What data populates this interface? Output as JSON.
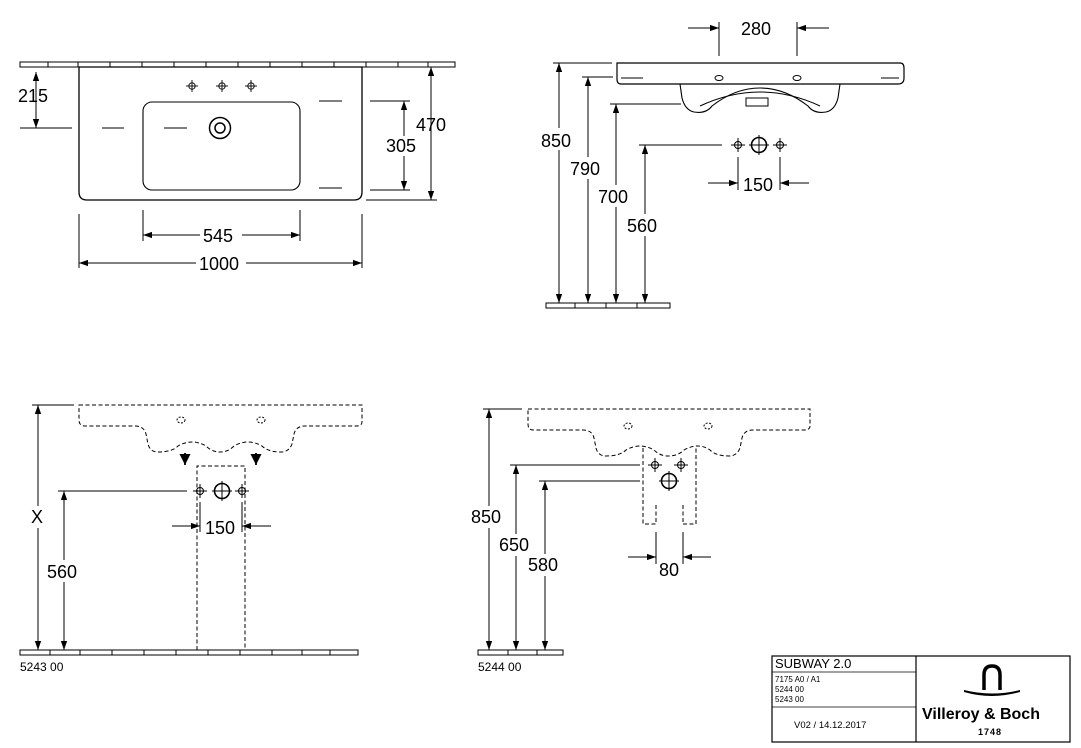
{
  "top_view": {
    "dim_height_left": "215",
    "dim_depth": "470",
    "dim_bowl_depth": "305",
    "dim_bowl_width": "545",
    "dim_total_width": "1000"
  },
  "side_view": {
    "dim_holes": "280",
    "dim_850": "850",
    "dim_790": "790",
    "dim_700": "700",
    "dim_560": "560",
    "dim_150": "150"
  },
  "front_wall": {
    "dim_x": "X",
    "dim_560": "560",
    "dim_150": "150",
    "article": "5243 00"
  },
  "front_pedestal": {
    "dim_850": "850",
    "dim_650": "650",
    "dim_580": "580",
    "dim_80": "80",
    "article": "5244 00"
  },
  "title_block": {
    "product": "SUBWAY 2.0",
    "refs": [
      "7175 A0 / A1",
      "5244 00",
      "5243 00"
    ],
    "version": "V02 / 14.12.2017",
    "brand": "Villeroy & Boch",
    "year": "1748"
  }
}
